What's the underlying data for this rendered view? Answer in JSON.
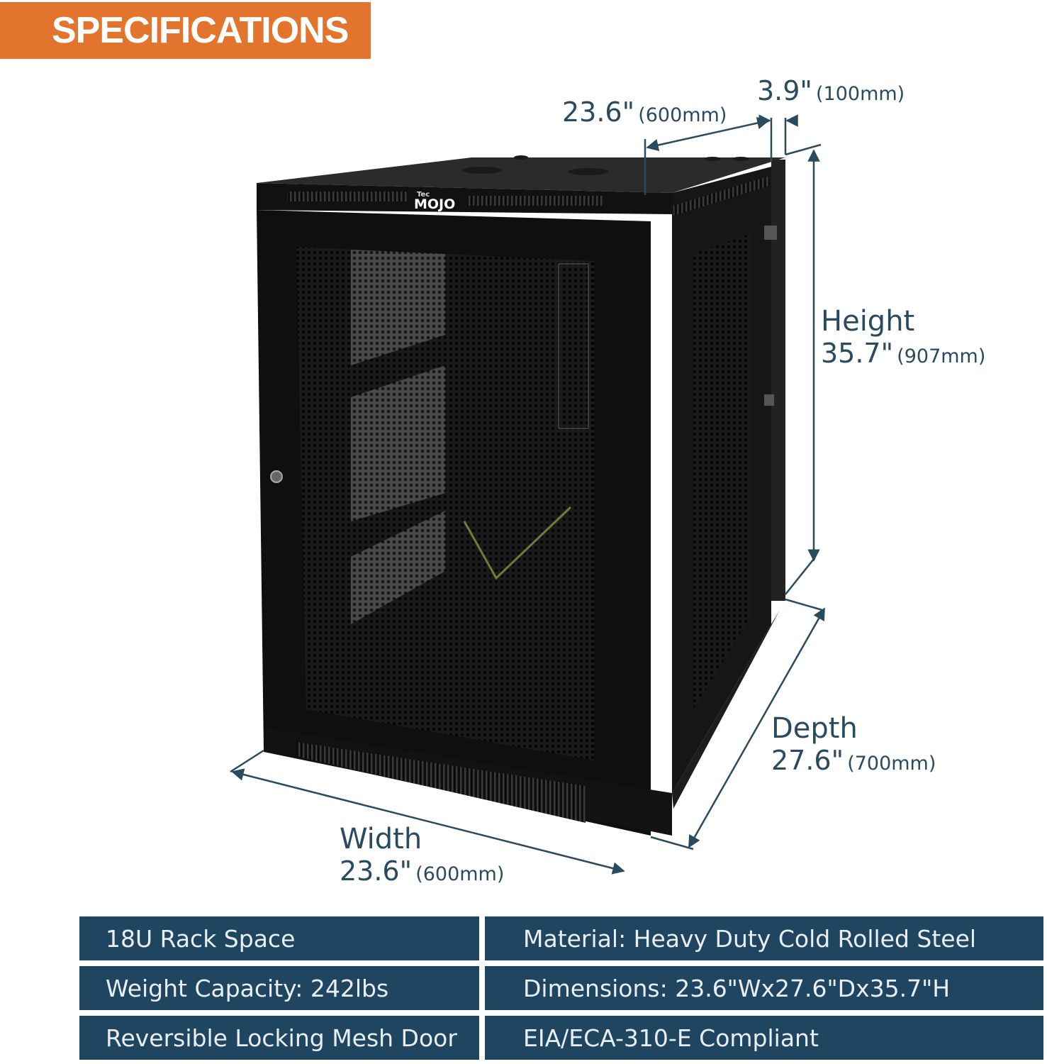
{
  "banner": {
    "title": "SPECIFICATIONS"
  },
  "product": {
    "brand_small": "Tec",
    "brand": "MOJO"
  },
  "dimensions": {
    "top_width": {
      "value": "23.6\"",
      "mm": "(600mm)"
    },
    "top_side": {
      "value": "3.9\"",
      "mm": "(100mm)"
    },
    "height": {
      "label": "Height",
      "value": "35.7\"",
      "mm": "(907mm)"
    },
    "depth": {
      "label": "Depth",
      "value": "27.6\"",
      "mm": "(700mm)"
    },
    "width": {
      "label": "Width",
      "value": "23.6\"",
      "mm": "(600mm)"
    }
  },
  "specs": [
    [
      "18U Rack Space",
      "Material: Heavy Duty Cold Rolled Steel"
    ],
    [
      "Weight Capacity: 242lbs",
      "Dimensions: 23.6\"Wx27.6\"Dx35.7\"H"
    ],
    [
      "Reversible Locking Mesh Door",
      "EIA/ECA-310-E Compliant"
    ]
  ],
  "colors": {
    "banner": "#e2742d",
    "table_bg": "#1f4560",
    "dimension_text": "#2a4a60",
    "cabinet": "#111111"
  }
}
